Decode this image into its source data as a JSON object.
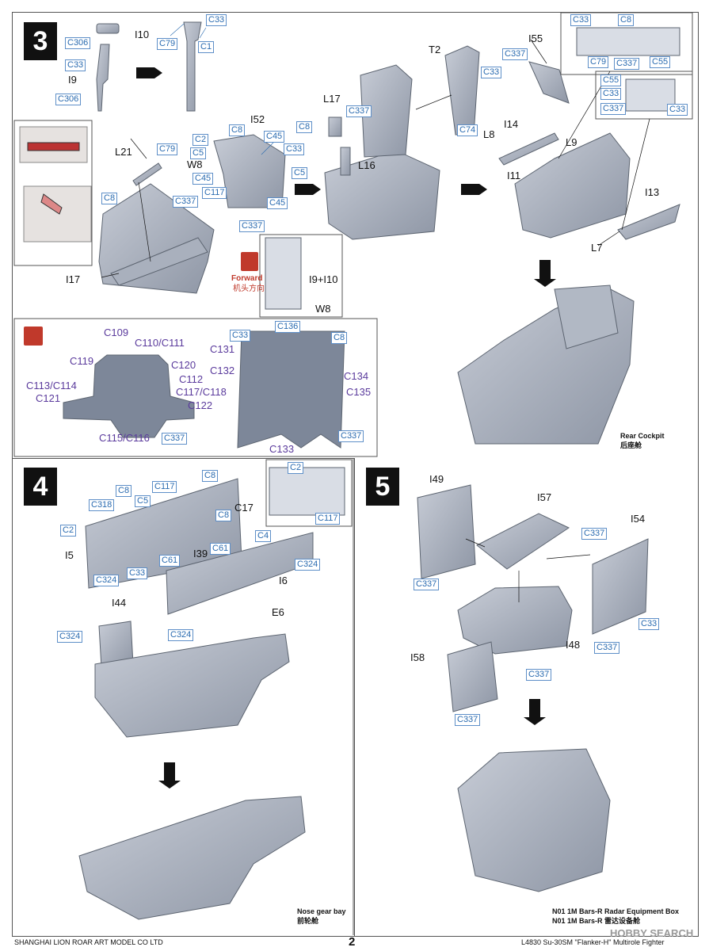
{
  "steps": {
    "s3": "3",
    "s4": "4",
    "s5": "5"
  },
  "step3": {
    "i10": "I10",
    "i9": "I9",
    "c306a": "C306",
    "c306b": "C306",
    "c33a": "C33",
    "c33b": "C33",
    "c79a": "C79",
    "c1": "C1",
    "l21": "L21",
    "c79b": "C79",
    "w8a": "W8",
    "c8a": "C8",
    "c2": "C2",
    "c5a": "C5",
    "c8b": "C8",
    "i52": "I52",
    "c45a": "C45",
    "c33c": "C33",
    "c45b": "C45",
    "c117": "C117",
    "c5b": "C5",
    "c45c": "C45",
    "c337a": "C337",
    "c337b": "C337",
    "i17": "I17",
    "forward_en": "Forward",
    "forward_cn": "机头方向",
    "i9i10": "I9+I10",
    "w8b": "W8",
    "l17": "L17",
    "c8c": "C8",
    "c337c": "C337",
    "l16": "L16",
    "t2": "T2",
    "c33d": "C33",
    "c74": "C74",
    "l8": "L8",
    "i55": "I55",
    "c337d": "C337",
    "i14": "I14",
    "i11": "I11",
    "l9": "L9",
    "i13": "I13",
    "l7": "L7",
    "inset1": {
      "c33": "C33",
      "c8": "C8",
      "c79": "C79",
      "c337": "C337",
      "c55": "C55"
    },
    "inset2": {
      "c55": "C55",
      "c33a": "C33",
      "c33b": "C33",
      "c337": "C337"
    },
    "rear_en": "Rear Cockpit",
    "rear_cn": "后座舱"
  },
  "panel": {
    "c109": "C109",
    "c110": "C110/C111",
    "c119": "C119",
    "c120": "C120",
    "c112": "C112",
    "c113": "C113/C114",
    "c117": "C117/C118",
    "c121": "C121",
    "c122": "C122",
    "c115": "C115/C116",
    "c337a": "C337",
    "c33": "C33",
    "c136": "C136",
    "c8": "C8",
    "c131": "C131",
    "c132": "C132",
    "c134": "C134",
    "c135": "C135",
    "c337b": "C337",
    "c133": "C133"
  },
  "step4": {
    "c8a": "C8",
    "c117a": "C117",
    "c8b": "C8",
    "c318": "C318",
    "c5": "C5",
    "c2a": "C2",
    "i5": "I5",
    "c324a": "C324",
    "c33": "C33",
    "c61a": "C61",
    "c8c": "C8",
    "c17": "C17",
    "i39": "I39",
    "c61b": "C61",
    "c4": "C4",
    "c324b": "C324",
    "i6": "I6",
    "c2b": "C2",
    "c117b": "C117",
    "i44": "I44",
    "c324c": "C324",
    "c324d": "C324",
    "e6": "E6",
    "nose_en": "Nose gear bay",
    "nose_cn": "前轮舱"
  },
  "step5": {
    "i49": "I49",
    "i57": "I57",
    "c337a": "C337",
    "i54": "I54",
    "c337b": "C337",
    "c33": "C33",
    "c337c": "C337",
    "i48": "I48",
    "i58": "I58",
    "c337d": "C337",
    "c337e": "C337",
    "box_en": "N01 1M Bars-R Radar Equipment Box",
    "box_cn": "N01 1M Bars-R 雷达设备舱"
  },
  "footer": {
    "company": "SHANGHAI LION ROAR ART MODEL CO LTD",
    "page": "2",
    "product": "L4830 Su-30SM \"Flanker-H\" Multirole Fighter",
    "watermark": "HOBBY SEARCH"
  }
}
